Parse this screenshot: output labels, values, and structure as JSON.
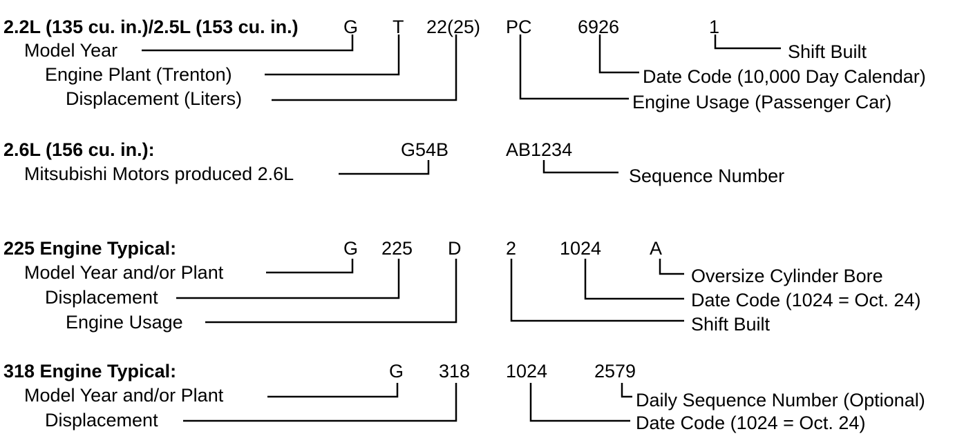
{
  "sections": [
    {
      "heading": "2.2L (135 cu. in.)/2.5L (153 cu. in.)",
      "codes": [
        "G",
        "T",
        "22(25)",
        "PC",
        "6926",
        "1"
      ],
      "left_labels": [
        "Model Year",
        "Engine Plant (Trenton)",
        "Displacement (Liters)"
      ],
      "right_labels": [
        "Shift Built",
        "Date Code (10,000 Day Calendar)",
        "Engine Usage (Passenger Car)"
      ]
    },
    {
      "heading": "2.6L (156 cu. in.):",
      "codes": [
        "G54B",
        "AB1234"
      ],
      "left_labels": [
        "Mitsubishi Motors produced 2.6L"
      ],
      "right_labels": [
        "Sequence Number"
      ]
    },
    {
      "heading": "225 Engine Typical:",
      "codes": [
        "G",
        "225",
        "D",
        "2",
        "1024",
        "A"
      ],
      "left_labels": [
        "Model Year and/or Plant",
        "Displacement",
        "Engine Usage"
      ],
      "right_labels": [
        "Oversize Cylinder Bore",
        "Date Code (1024 = Oct. 24)",
        "Shift Built"
      ]
    },
    {
      "heading": "318 Engine Typical:",
      "codes": [
        "G",
        "318",
        "1024",
        "2579"
      ],
      "left_labels": [
        "Model Year and/or Plant",
        "Displacement"
      ],
      "right_labels": [
        "Daily Sequence Number (Optional)",
        "Date Code (1024 = Oct. 24)"
      ]
    }
  ]
}
